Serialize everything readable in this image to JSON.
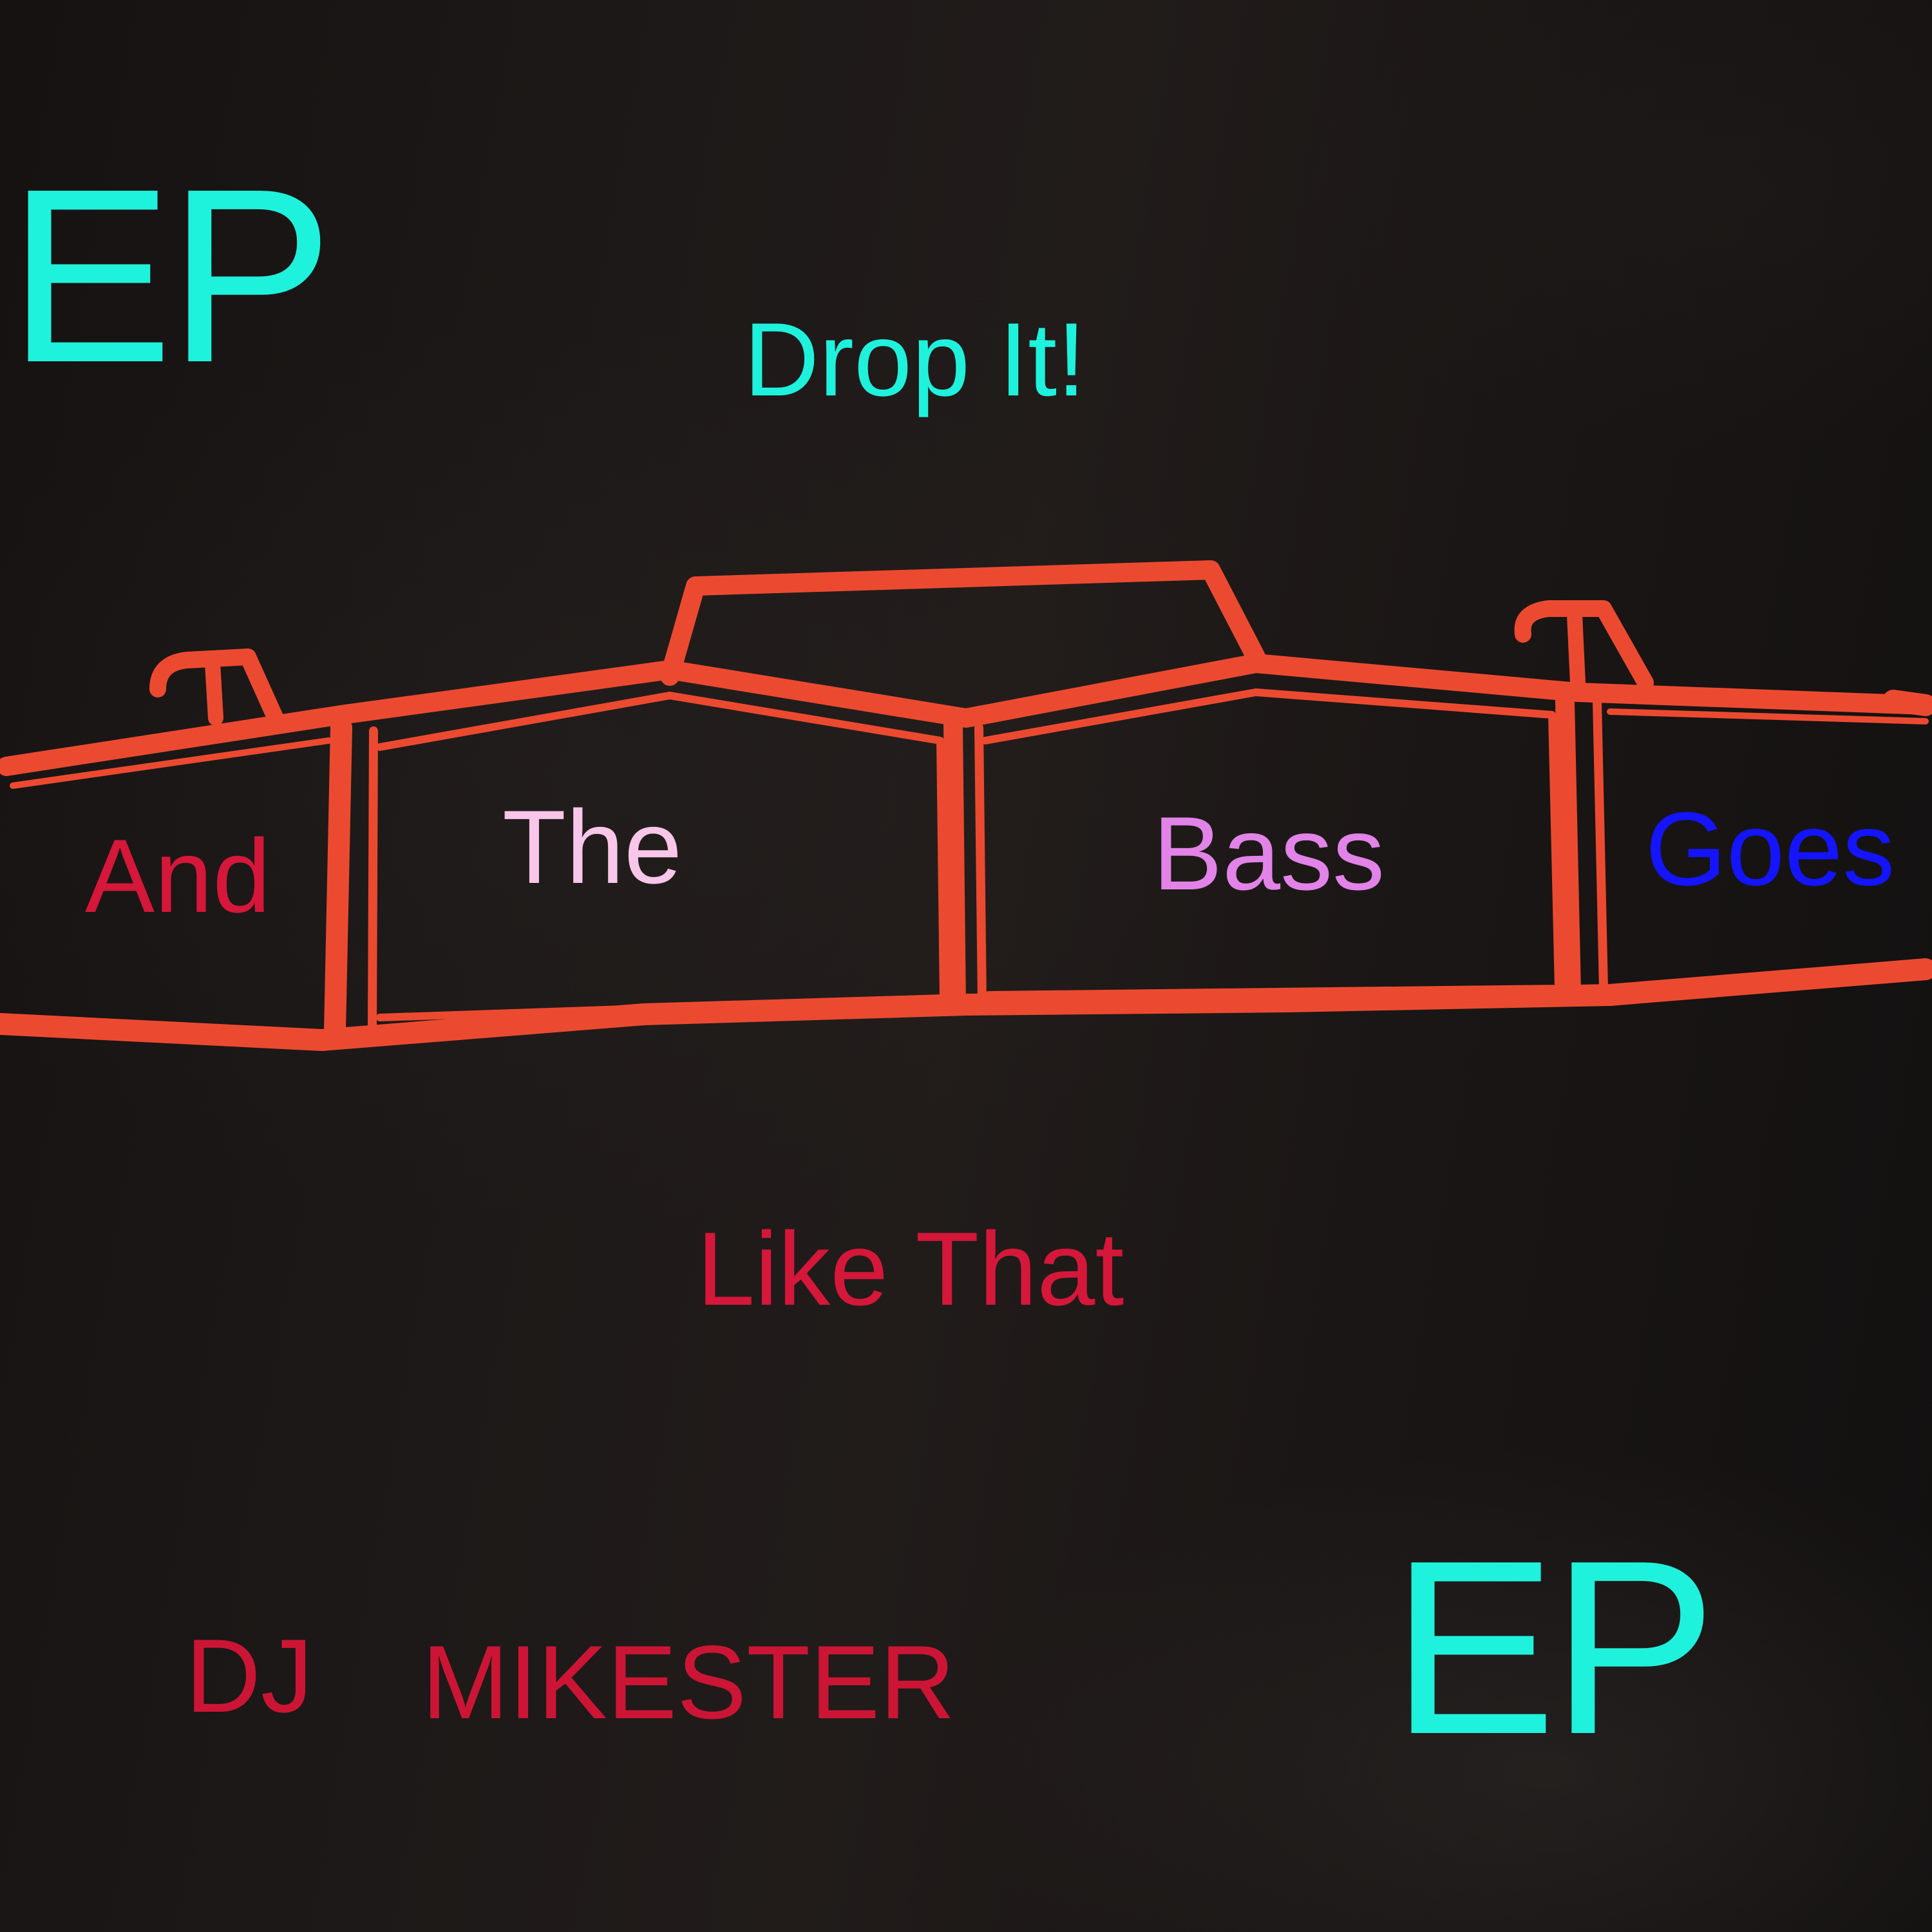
{
  "cover": {
    "ep_top": "EP",
    "subtitle": "Drop It!",
    "words": {
      "and": "And",
      "the": "The",
      "bass": "Bass",
      "goes": "Goes"
    },
    "like_that": "Like That",
    "artist_first": "DJ",
    "artist_last": "MIKESTER",
    "ep_bottom": "EP"
  },
  "colors": {
    "cyan": "#1ff2dc",
    "red": "#d5173a",
    "pink": "#f7c6e8",
    "violet": "#e283e8",
    "blue": "#1414ff",
    "frame_orange": "#ec4a30",
    "background": "#1a1615"
  }
}
